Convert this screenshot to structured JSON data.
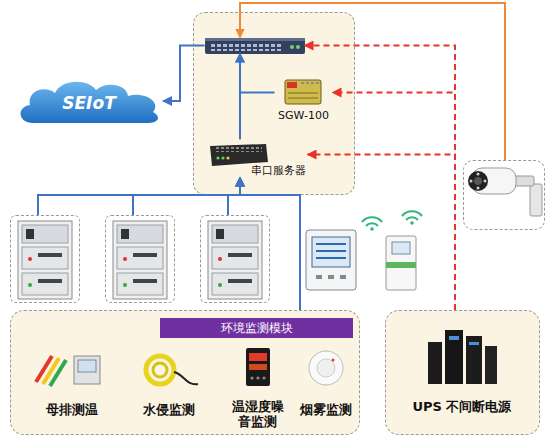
{
  "diagram": {
    "nodes": [
      {},
      {
        "in": 0
      },
      {
        "text": [
          "SGW-100"
        ],
        "in": 0
      },
      {
        "text": [
          "串口服务器"
        ],
        "in": 0
      },
      {
        "text": [
          "SEIoT"
        ]
      },
      {},
      {},
      {},
      {},
      {
        "text": [
          "环境监测模块"
        ]
      },
      {
        "text": [
          "母排测温"
        ],
        "in": 9
      },
      {
        "text": [
          "水侵监测"
        ],
        "in": 9
      },
      {
        "text": [
          "温湿度噪 音监测"
        ],
        "in": 9
      },
      {
        "text": [
          "烟雾监测"
        ],
        "in": 9
      },
      {
        "text": [
          "UPS 不间断电源"
        ]
      }
    ],
    "edges": [
      {
        "from": 1,
        "to": 4,
        "arrow": "to"
      },
      {
        "from": 3,
        "to": 1,
        "arrow": "to"
      },
      {
        "from": 2,
        "to": 1,
        "arrow": "to"
      },
      {
        "from": 5,
        "to": 1,
        "arrow": "to"
      },
      {
        "from": 14,
        "to": 1,
        "arrow": "to"
      },
      {
        "from": 14,
        "to": 2,
        "arrow": "to"
      },
      {
        "from": 14,
        "to": 3,
        "arrow": "to"
      },
      {
        "from": 6,
        "to": 3,
        "arrow": "to"
      },
      {
        "from": 7,
        "to": 3,
        "arrow": "to"
      },
      {
        "from": 8,
        "to": 3,
        "arrow": "to"
      },
      {
        "from": 9,
        "to": 3,
        "arrow": "to"
      }
    ]
  }
}
